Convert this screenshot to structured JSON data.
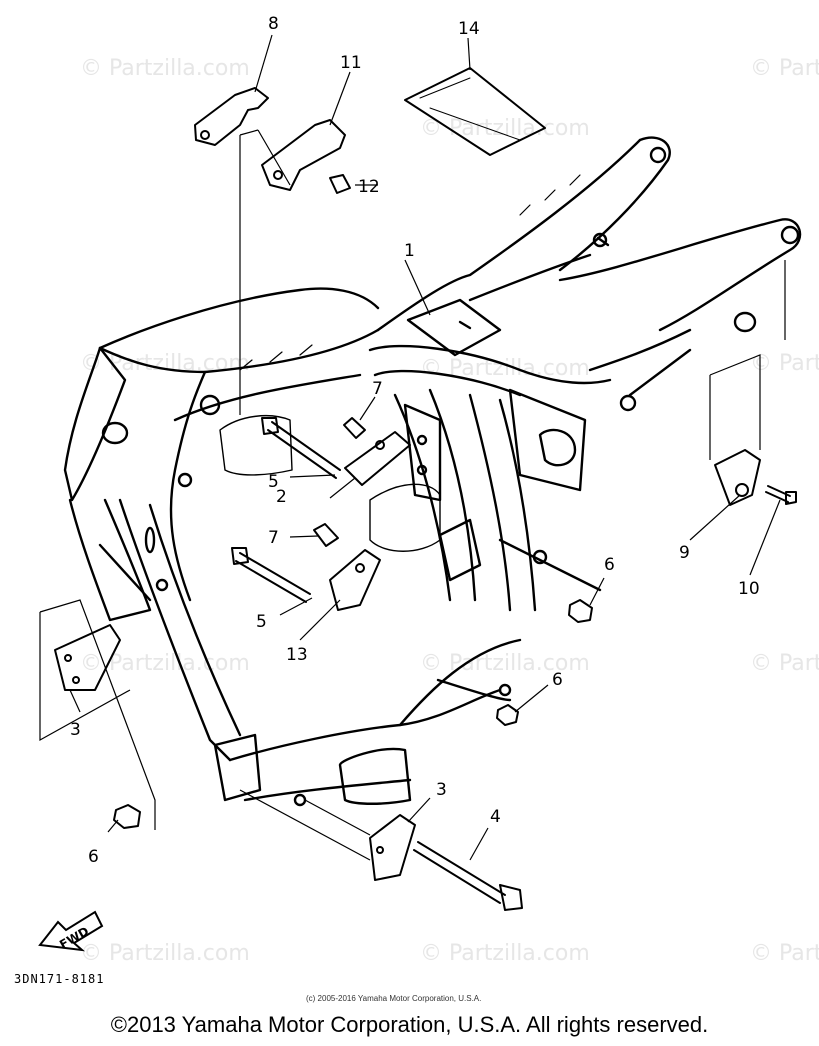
{
  "watermark": "© Partzilla.com",
  "callouts": [
    {
      "id": "1",
      "label": "1"
    },
    {
      "id": "2",
      "label": "2"
    },
    {
      "id": "3a",
      "label": "3"
    },
    {
      "id": "3b",
      "label": "3"
    },
    {
      "id": "4",
      "label": "4"
    },
    {
      "id": "5a",
      "label": "5"
    },
    {
      "id": "5b",
      "label": "5"
    },
    {
      "id": "6a",
      "label": "6"
    },
    {
      "id": "6b",
      "label": "6"
    },
    {
      "id": "6c",
      "label": "6"
    },
    {
      "id": "7a",
      "label": "7"
    },
    {
      "id": "7b",
      "label": "7"
    },
    {
      "id": "8",
      "label": "8"
    },
    {
      "id": "9",
      "label": "9"
    },
    {
      "id": "10",
      "label": "10"
    },
    {
      "id": "11",
      "label": "11"
    },
    {
      "id": "12",
      "label": "12"
    },
    {
      "id": "13",
      "label": "13"
    },
    {
      "id": "14",
      "label": "14"
    }
  ],
  "fwd_label": "FWD",
  "diagram_code": "3DN171-8181",
  "small_copyright": "(c) 2005-2016 Yamaha Motor Corporation, U.S.A.",
  "copyright": "©2013 Yamaha Motor Corporation, U.S.A. All rights reserved."
}
